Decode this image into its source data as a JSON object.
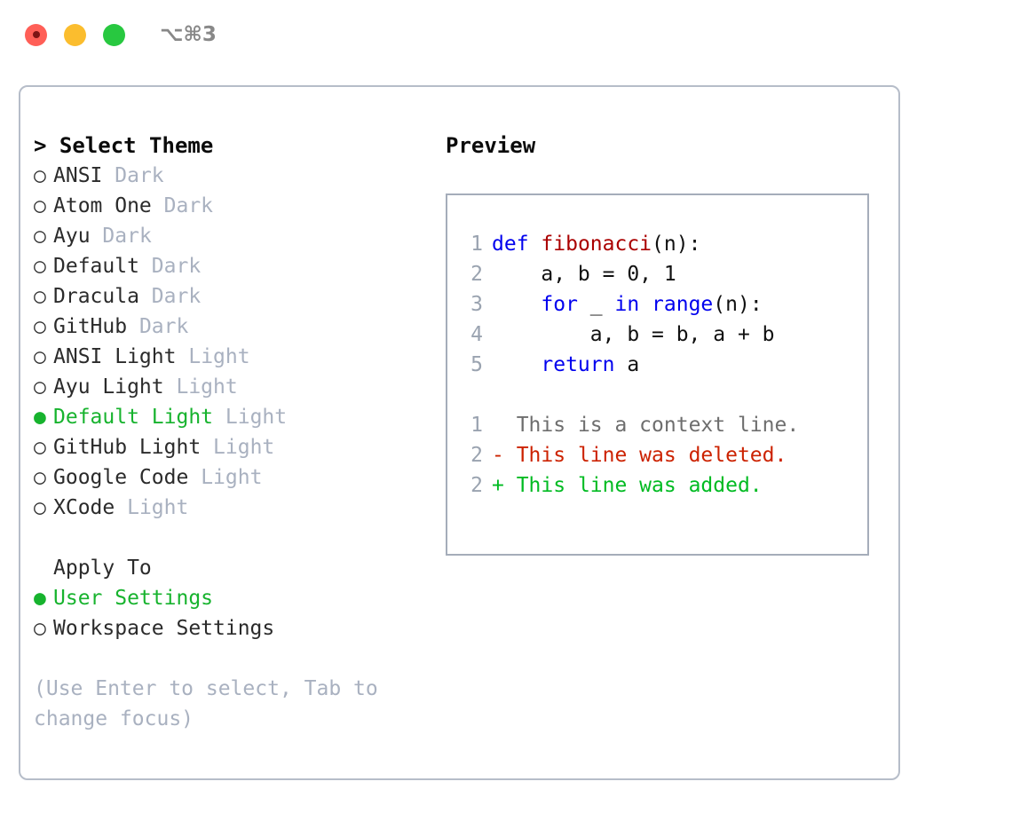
{
  "titlebar": {
    "lights": [
      {
        "name": "close",
        "color": "#ff5f57"
      },
      {
        "name": "minimize",
        "color": "#fbbd2e"
      },
      {
        "name": "zoom",
        "color": "#28c840"
      }
    ],
    "shortcut": "⌥⌘3"
  },
  "theme_panel": {
    "header": "> Select Theme",
    "items": [
      {
        "bullet": "○",
        "name": "ANSI",
        "tag": "Dark",
        "selected": false
      },
      {
        "bullet": "○",
        "name": "Atom One",
        "tag": "Dark",
        "selected": false
      },
      {
        "bullet": "○",
        "name": "Ayu",
        "tag": "Dark",
        "selected": false
      },
      {
        "bullet": "○",
        "name": "Default",
        "tag": "Dark",
        "selected": false
      },
      {
        "bullet": "○",
        "name": "Dracula",
        "tag": "Dark",
        "selected": false
      },
      {
        "bullet": "○",
        "name": "GitHub",
        "tag": "Dark",
        "selected": false
      },
      {
        "bullet": "○",
        "name": "ANSI Light",
        "tag": "Light",
        "selected": false
      },
      {
        "bullet": "○",
        "name": "Ayu Light",
        "tag": "Light",
        "selected": false
      },
      {
        "bullet": "●",
        "name": "Default Light",
        "tag": "Light",
        "selected": true
      },
      {
        "bullet": "○",
        "name": "GitHub Light",
        "tag": "Light",
        "selected": false
      },
      {
        "bullet": "○",
        "name": "Google Code",
        "tag": "Light",
        "selected": false
      },
      {
        "bullet": "○",
        "name": "XCode",
        "tag": "Light",
        "selected": false
      }
    ],
    "apply_to": {
      "title": "Apply To",
      "options": [
        {
          "bullet": "●",
          "name": "User Settings",
          "selected": true
        },
        {
          "bullet": "○",
          "name": "Workspace Settings",
          "selected": false
        }
      ]
    },
    "hint": "(Use Enter to select, Tab to change focus)"
  },
  "preview": {
    "title": "Preview",
    "code_lines": [
      {
        "num": "1",
        "tokens": [
          {
            "t": "def",
            "c": "kw"
          },
          {
            "t": " ",
            "c": "plain"
          },
          {
            "t": "fibonacci",
            "c": "fn"
          },
          {
            "t": "(n):",
            "c": "plain"
          }
        ]
      },
      {
        "num": "2",
        "tokens": [
          {
            "t": "    a, b = 0, 1",
            "c": "plain"
          }
        ]
      },
      {
        "num": "3",
        "tokens": [
          {
            "t": "    ",
            "c": "plain"
          },
          {
            "t": "for",
            "c": "kw"
          },
          {
            "t": " _ ",
            "c": "plain"
          },
          {
            "t": "in",
            "c": "kw"
          },
          {
            "t": " ",
            "c": "plain"
          },
          {
            "t": "range",
            "c": "kw"
          },
          {
            "t": "(n):",
            "c": "plain"
          }
        ]
      },
      {
        "num": "4",
        "tokens": [
          {
            "t": "        a, b = b, a + b",
            "c": "plain"
          }
        ]
      },
      {
        "num": "5",
        "tokens": [
          {
            "t": "    ",
            "c": "plain"
          },
          {
            "t": "return",
            "c": "kw"
          },
          {
            "t": " a",
            "c": "plain"
          }
        ]
      }
    ],
    "diff_lines": [
      {
        "num": "1",
        "marker": " ",
        "text": " This is a context line.",
        "kind": "ctx"
      },
      {
        "num": "2",
        "marker": "-",
        "text": " This line was deleted.",
        "kind": "del"
      },
      {
        "num": "2",
        "marker": "+",
        "text": " This line was added.",
        "kind": "add"
      }
    ]
  },
  "colors": {
    "accent_green": "#17b32e",
    "muted": "#a9b1c0",
    "keyword_blue": "#0000ee",
    "function_red": "#aa0000",
    "diff_deleted": "#cc2200",
    "diff_added": "#00bb22",
    "border": "#b6bdc9",
    "preview_border": "#a5adba"
  }
}
